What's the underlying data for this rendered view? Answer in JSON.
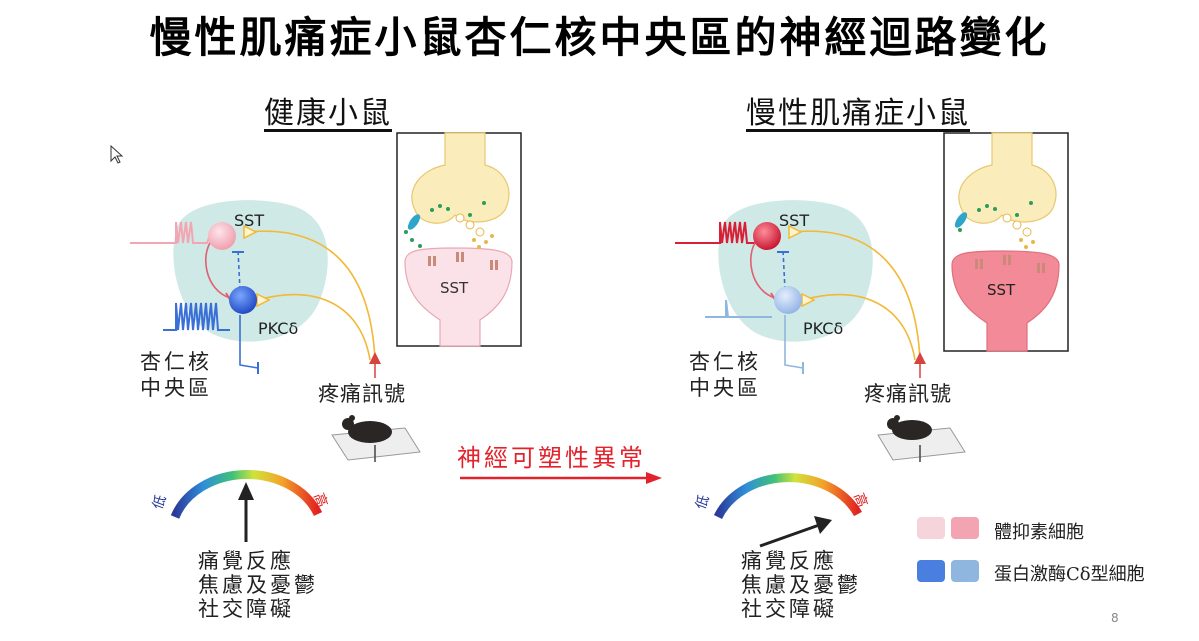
{
  "title": "慢性肌痛症小鼠杏仁核中央區的神經迴路變化",
  "panels": {
    "healthy": {
      "heading": "健康小鼠",
      "sst_label": "SST",
      "pkc_label": "PKCδ",
      "region_line1": "杏仁核",
      "region_line2": "中央區",
      "pain_signal": "疼痛訊號",
      "synapse_label": "SST",
      "scale_low": "低",
      "scale_high": "高",
      "effects": [
        "痛覺反應",
        "焦慮及憂鬱",
        "社交障礙"
      ]
    },
    "chronic": {
      "heading": "慢性肌痛症小鼠",
      "sst_label": "SST",
      "pkc_label": "PKCδ",
      "region_line1": "杏仁核",
      "region_line2": "中央區",
      "pain_signal": "疼痛訊號",
      "synapse_label": "SST",
      "scale_low": "低",
      "scale_high": "高",
      "effects": [
        "痛覺反應",
        "焦慮及憂鬱",
        "社交障礙"
      ]
    }
  },
  "transition_label": "神經可塑性異常",
  "legend": [
    {
      "label": "體抑素細胞",
      "colors": [
        "#f7d3dc",
        "#f3a4b2"
      ]
    },
    {
      "label": "蛋白激酶Cδ型細胞",
      "colors": [
        "#4a7fe0",
        "#8fb6df"
      ]
    }
  ],
  "page_number": "8",
  "colors": {
    "amygdala": "#cfe9e6",
    "sst_light": "#f6b6c2",
    "sst_strong": "#e2283e",
    "pkc_strong": "#2f62d8",
    "pkc_light": "#a8c4ec",
    "axon": "#f2b936",
    "pain_arrow": "#d9433f",
    "presynapse": "#fbecbb",
    "post_light": "#fbe1e8",
    "post_strong": "#f28a98",
    "transition": "#e2232b"
  }
}
